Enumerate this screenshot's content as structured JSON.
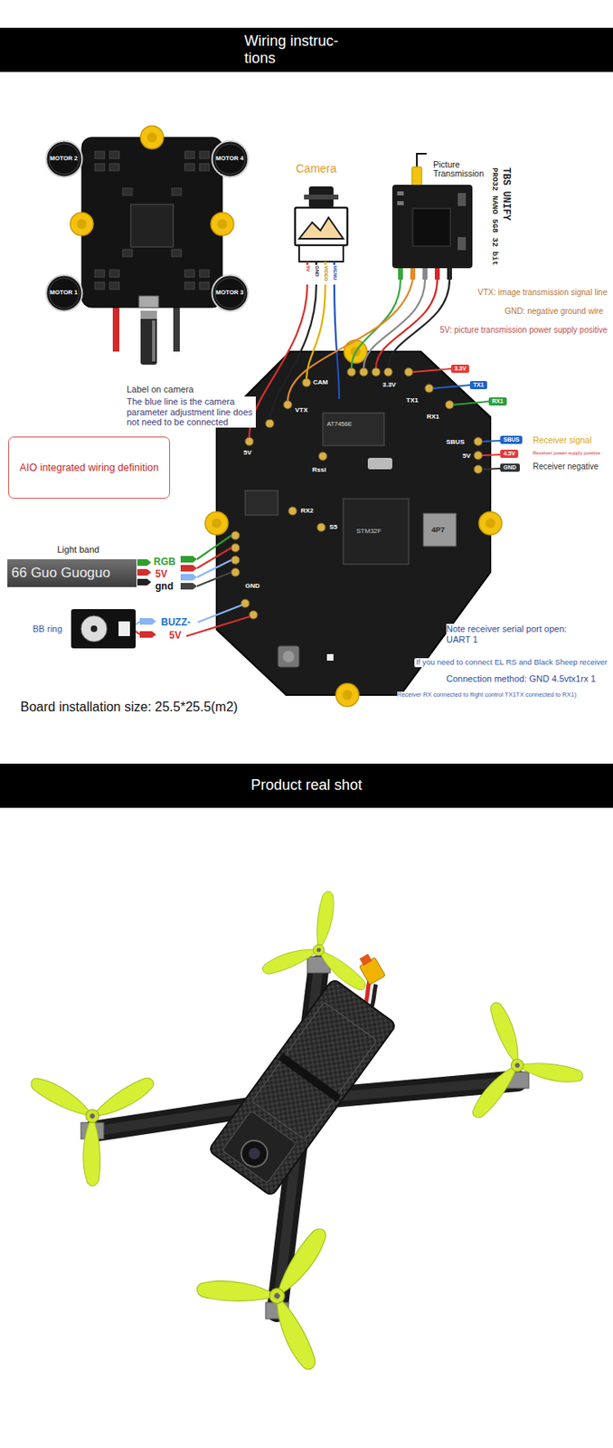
{
  "diagram": {
    "title": "Wiring instruc- tions",
    "nodes": [
      {
        "text": [
          "MOTOR 2"
        ]
      },
      {
        "text": [
          "MOTOR 4"
        ]
      },
      {
        "text": [
          "MOTOR 1"
        ]
      },
      {
        "text": [
          "MOTOR 3"
        ]
      },
      {
        "text": [
          "AIO integrated wiring definition"
        ]
      },
      {
        "text": [
          "66 Guo Guoguo"
        ]
      }
    ],
    "labels": [
      "Camera",
      "Picture Transmission",
      "TBS UNIFY",
      "PRO32 NANO 5G8 32 bit",
      "5V",
      "GND",
      "VIDEO",
      "MENU",
      "VTX: image transmission signal line",
      "GND: negative ground wire",
      "5V: picture transmission power supply positive",
      "Label on camera",
      "The blue line is the camera parameter adjustment line does not need to be connected",
      "3.3V",
      "TX1",
      "RX1",
      "CAM",
      "VTX",
      "3.3V",
      "TX1",
      "RX1",
      "5V",
      "Rssi",
      "AT7456E",
      "SBUS",
      "5V",
      "SBUS",
      "Receiver signal",
      "4.5V",
      "Receiver power supply positive",
      "GND",
      "Receiver negative",
      "RX2",
      "S5",
      "STM32F",
      "4P7",
      "GND",
      "Light band",
      "RGB",
      "5V",
      "gnd",
      "BB ring",
      "BUZZ-",
      "5V",
      "Note receiver serial port open: UART 1",
      "If you need to connect EL RS and Black Sheep receiver",
      "Connection method: GND 4.5vtx1rx 1",
      "Receiver RX connected to flight control TX1TX connected to RX1)",
      "Board installation size: 25.5*25.5(m2)",
      "Product real shot"
    ]
  }
}
